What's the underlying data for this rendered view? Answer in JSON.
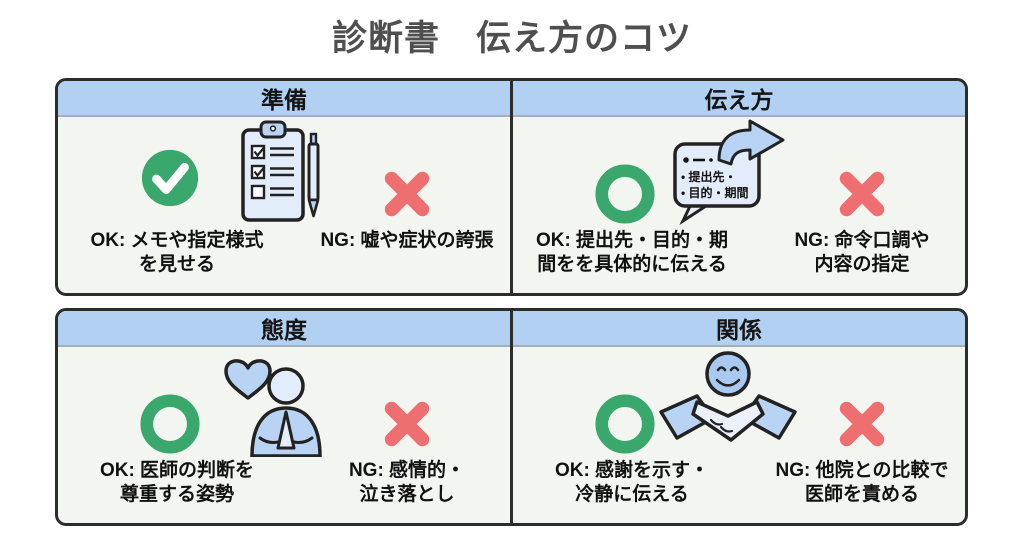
{
  "title": "診断書　伝え方のコツ",
  "colors": {
    "title_color": "#4f4f4f",
    "border": "#2c2c2c",
    "header_bg": "#b2d0f2",
    "panel_bg": "#f3f5f1",
    "ok_green": "#3aa76d",
    "ng_red": "#ef6f70",
    "icon_blue": "#b9d3f5",
    "icon_blue_light": "#e3ecfa",
    "icon_outline": "#222222"
  },
  "panels": [
    {
      "id": "preparation",
      "header": "準備",
      "ok_mark": "check-filled-circle",
      "illustration": "clipboard-checklist-pen",
      "ok_line1": "OK: メモや指定様式",
      "ok_line2": "を見せる",
      "ng_line1": "NG: 嘘や症状の誇張",
      "ng_line2": ""
    },
    {
      "id": "how-to-tell",
      "header": "伝え方",
      "ok_mark": "ring",
      "illustration": "speech-bubble-arrow",
      "bubble_line1": "• 提出先・",
      "bubble_line2": "• 目的・期間",
      "ok_line1": "OK: 提出先・目的・期",
      "ok_line2": "間をを具体的に伝える",
      "ng_line1": "NG: 命令口調や",
      "ng_line2": "内容の指定"
    },
    {
      "id": "attitude",
      "header": "態度",
      "ok_mark": "ring",
      "illustration": "heart-praying-person",
      "ok_line1": "OK: 医師の判断を",
      "ok_line2": "尊重する姿勢",
      "ng_line1": "NG: 感情的・",
      "ng_line2": "泣き落とし"
    },
    {
      "id": "relationship",
      "header": "関係",
      "ok_mark": "ring",
      "illustration": "smiley-handshake",
      "ok_line1": "OK: 感謝を示す・",
      "ok_line2": "冷静に伝える",
      "ng_line1": "NG: 他院との比較で",
      "ng_line2": "医師を責める"
    }
  ]
}
